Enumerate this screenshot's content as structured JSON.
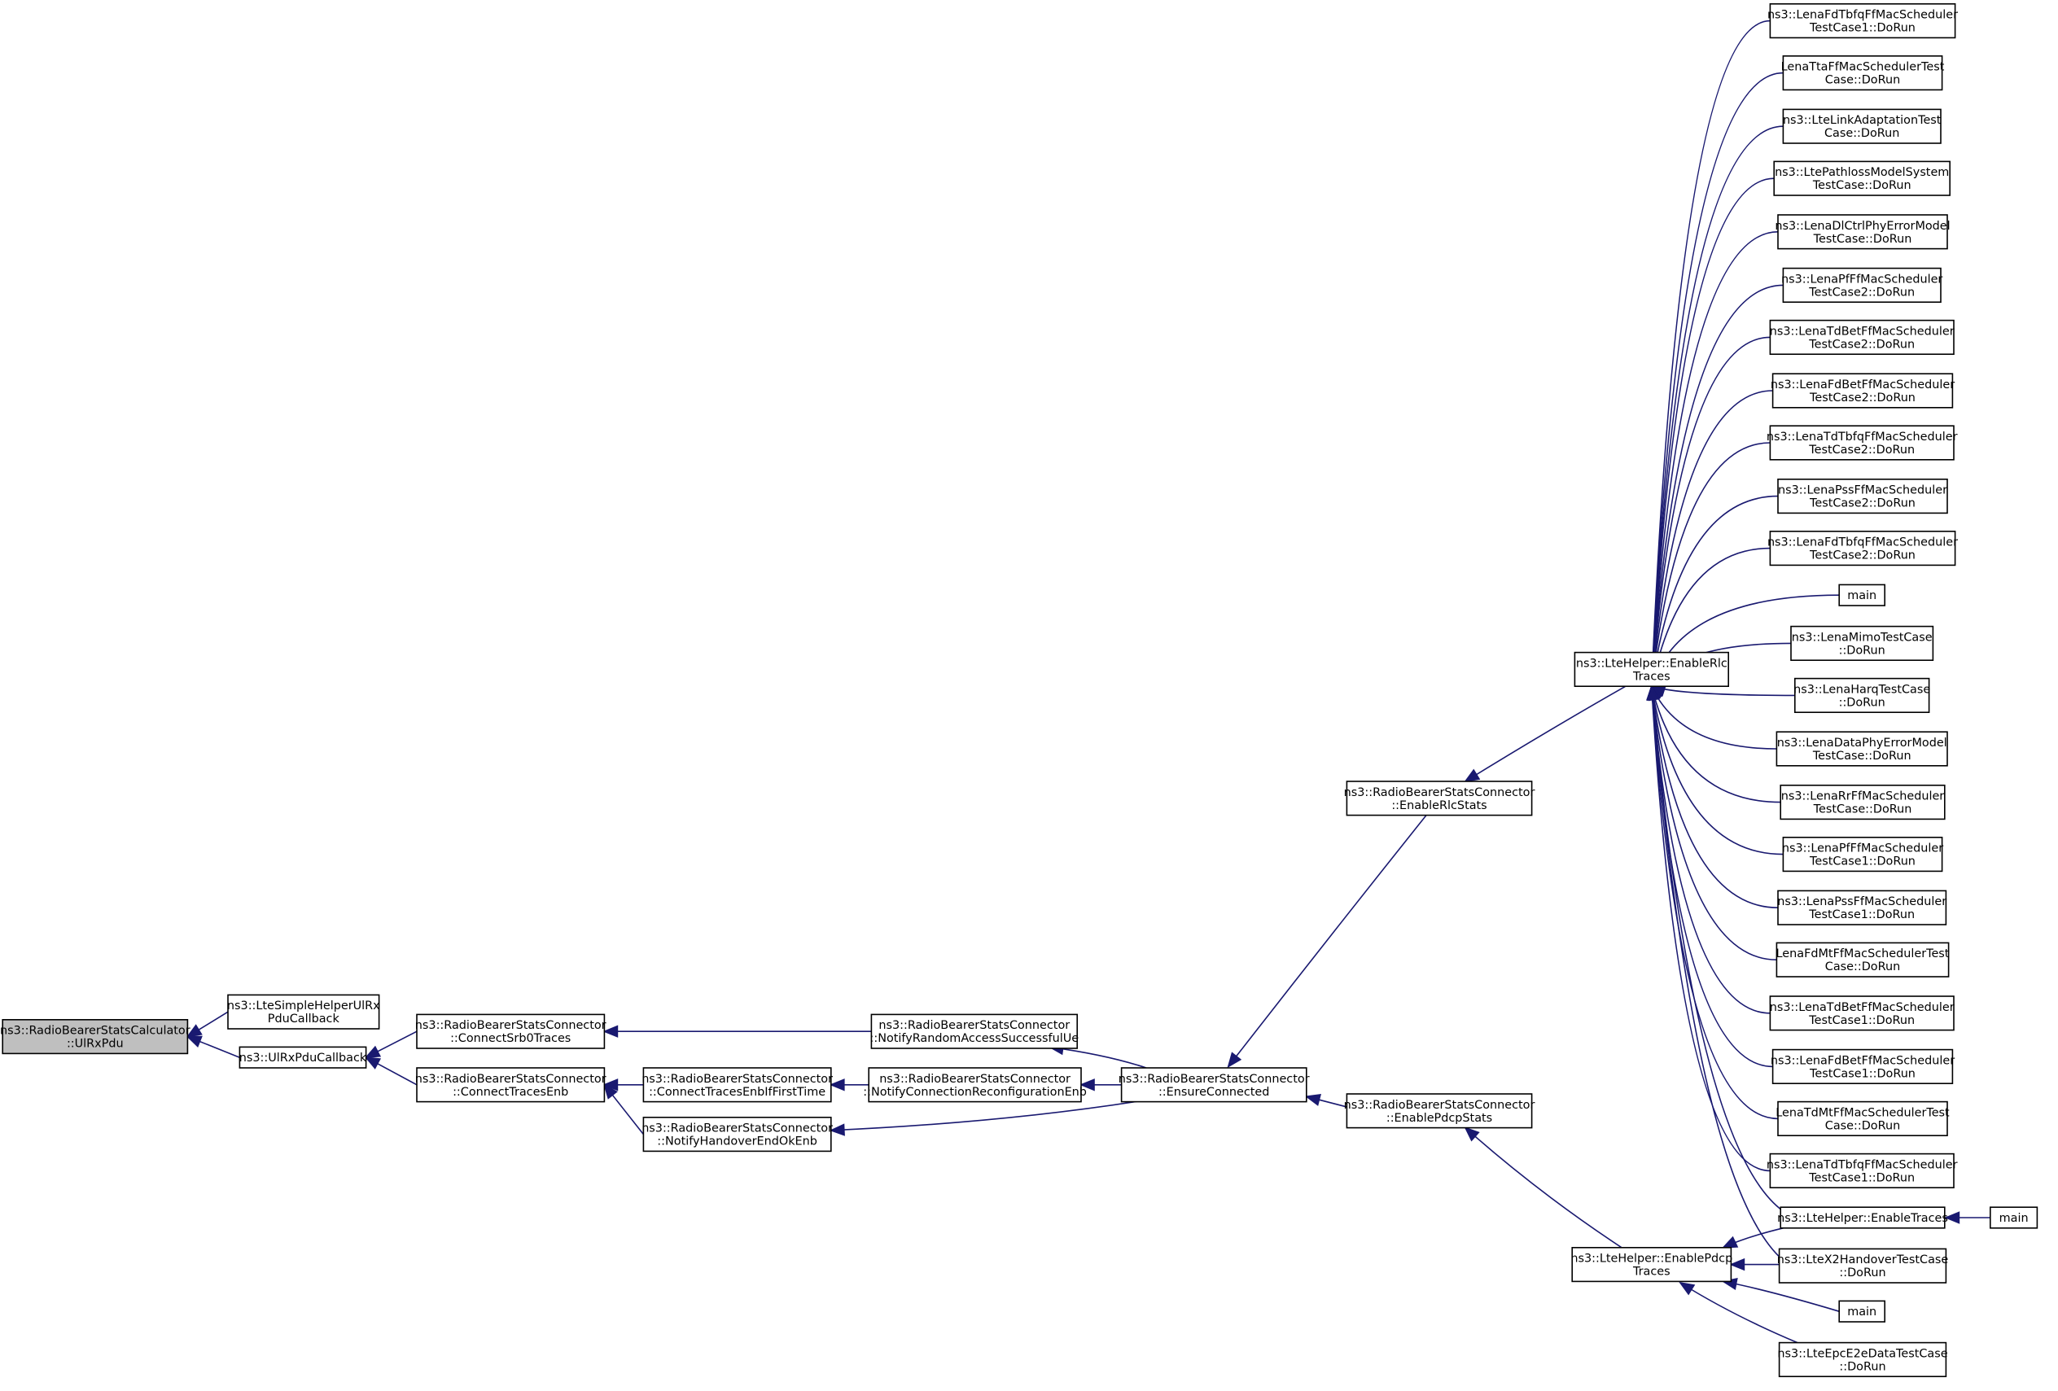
{
  "graph": {
    "type": "caller-graph",
    "root": "ns3::RadioBearerStatsCalculator::UlRxPdu",
    "colors": {
      "edge": "#191970",
      "root_fill": "#bfbfbf",
      "node_fill": "#ffffff",
      "border": "#000000"
    },
    "nodes": [
      {
        "id": "n0",
        "lines": [
          "ns3::RadioBearerStatsCalculator",
          "::UlRxPdu"
        ],
        "root": true
      },
      {
        "id": "n1",
        "lines": [
          "ns3::LteSimpleHelperUlRx",
          "PduCallback"
        ]
      },
      {
        "id": "n2",
        "lines": [
          "ns3::UlRxPduCallback"
        ]
      },
      {
        "id": "n3",
        "lines": [
          "ns3::RadioBearerStatsConnector",
          "::ConnectSrb0Traces"
        ]
      },
      {
        "id": "n4",
        "lines": [
          "ns3::RadioBearerStatsConnector",
          "::ConnectTracesEnb"
        ]
      },
      {
        "id": "n5",
        "lines": [
          "ns3::RadioBearerStatsConnector",
          "::NotifyRandomAccessSuccessfulUe"
        ]
      },
      {
        "id": "n6",
        "lines": [
          "ns3::RadioBearerStatsConnector",
          "::ConnectTracesEnbIfFirstTime"
        ]
      },
      {
        "id": "n7",
        "lines": [
          "ns3::RadioBearerStatsConnector",
          "::NotifyHandoverEndOkEnb"
        ]
      },
      {
        "id": "n8",
        "lines": [
          "ns3::RadioBearerStatsConnector",
          "::NotifyConnectionReconfigurationEnb"
        ]
      },
      {
        "id": "n9",
        "lines": [
          "ns3::RadioBearerStatsConnector",
          "::EnsureConnected"
        ]
      },
      {
        "id": "n10",
        "lines": [
          "ns3::RadioBearerStatsConnector",
          "::EnableRlcStats"
        ]
      },
      {
        "id": "n11",
        "lines": [
          "ns3::RadioBearerStatsConnector",
          "::EnablePdcpStats"
        ]
      },
      {
        "id": "n12",
        "lines": [
          "ns3::LteHelper::EnableRlc",
          "Traces"
        ]
      },
      {
        "id": "n13",
        "lines": [
          "ns3::LteHelper::EnablePdcp",
          "Traces"
        ]
      },
      {
        "id": "r0",
        "lines": [
          "ns3::LenaFdTbfqFfMacScheduler",
          "TestCase1::DoRun"
        ]
      },
      {
        "id": "r1",
        "lines": [
          "LenaTtaFfMacSchedulerTest",
          "Case::DoRun"
        ]
      },
      {
        "id": "r2",
        "lines": [
          "ns3::LteLinkAdaptationTest",
          "Case::DoRun"
        ]
      },
      {
        "id": "r3",
        "lines": [
          "ns3::LtePathlossModelSystem",
          "TestCase::DoRun"
        ]
      },
      {
        "id": "r4",
        "lines": [
          "ns3::LenaDlCtrlPhyErrorModel",
          "TestCase::DoRun"
        ]
      },
      {
        "id": "r5",
        "lines": [
          "ns3::LenaPfFfMacScheduler",
          "TestCase2::DoRun"
        ]
      },
      {
        "id": "r6",
        "lines": [
          "ns3::LenaTdBetFfMacScheduler",
          "TestCase2::DoRun"
        ]
      },
      {
        "id": "r7",
        "lines": [
          "ns3::LenaFdBetFfMacScheduler",
          "TestCase2::DoRun"
        ]
      },
      {
        "id": "r8",
        "lines": [
          "ns3::LenaTdTbfqFfMacScheduler",
          "TestCase2::DoRun"
        ]
      },
      {
        "id": "r9",
        "lines": [
          "ns3::LenaPssFfMacScheduler",
          "TestCase2::DoRun"
        ]
      },
      {
        "id": "r10",
        "lines": [
          "ns3::LenaFdTbfqFfMacScheduler",
          "TestCase2::DoRun"
        ]
      },
      {
        "id": "r11",
        "lines": [
          "main"
        ]
      },
      {
        "id": "r12",
        "lines": [
          "ns3::LenaMimoTestCase",
          "::DoRun"
        ]
      },
      {
        "id": "r13",
        "lines": [
          "ns3::LenaHarqTestCase",
          "::DoRun"
        ]
      },
      {
        "id": "r14",
        "lines": [
          "ns3::LenaDataPhyErrorModel",
          "TestCase::DoRun"
        ]
      },
      {
        "id": "r15",
        "lines": [
          "ns3::LenaRrFfMacScheduler",
          "TestCase::DoRun"
        ]
      },
      {
        "id": "r16",
        "lines": [
          "ns3::LenaPfFfMacScheduler",
          "TestCase1::DoRun"
        ]
      },
      {
        "id": "r17",
        "lines": [
          "ns3::LenaPssFfMacScheduler",
          "TestCase1::DoRun"
        ]
      },
      {
        "id": "r18",
        "lines": [
          "LenaFdMtFfMacSchedulerTest",
          "Case::DoRun"
        ]
      },
      {
        "id": "r19",
        "lines": [
          "ns3::LenaTdBetFfMacScheduler",
          "TestCase1::DoRun"
        ]
      },
      {
        "id": "r20",
        "lines": [
          "ns3::LenaFdBetFfMacScheduler",
          "TestCase1::DoRun"
        ]
      },
      {
        "id": "r21",
        "lines": [
          "LenaTdMtFfMacSchedulerTest",
          "Case::DoRun"
        ]
      },
      {
        "id": "r22",
        "lines": [
          "ns3::LenaTdTbfqFfMacScheduler",
          "TestCase1::DoRun"
        ]
      },
      {
        "id": "r23",
        "lines": [
          "ns3::LteHelper::EnableTraces"
        ]
      },
      {
        "id": "r24",
        "lines": [
          "ns3::LteX2HandoverTestCase",
          "::DoRun"
        ]
      },
      {
        "id": "r25",
        "lines": [
          "main"
        ]
      },
      {
        "id": "r26",
        "lines": [
          "ns3::LteEpcE2eDataTestCase",
          "::DoRun"
        ]
      },
      {
        "id": "m0",
        "lines": [
          "main"
        ]
      }
    ],
    "edges": [
      {
        "from": "n1",
        "to": "n0"
      },
      {
        "from": "n2",
        "to": "n0"
      },
      {
        "from": "n3",
        "to": "n2"
      },
      {
        "from": "n4",
        "to": "n2"
      },
      {
        "from": "n5",
        "to": "n3"
      },
      {
        "from": "n6",
        "to": "n4"
      },
      {
        "from": "n7",
        "to": "n4"
      },
      {
        "from": "n8",
        "to": "n6"
      },
      {
        "from": "n9",
        "to": "n5"
      },
      {
        "from": "n9",
        "to": "n8"
      },
      {
        "from": "n9",
        "to": "n7"
      },
      {
        "from": "n10",
        "to": "n9"
      },
      {
        "from": "n11",
        "to": "n9"
      },
      {
        "from": "n12",
        "to": "n10"
      },
      {
        "from": "n13",
        "to": "n11"
      },
      {
        "from": "r0",
        "to": "n12"
      },
      {
        "from": "r1",
        "to": "n12"
      },
      {
        "from": "r2",
        "to": "n12"
      },
      {
        "from": "r3",
        "to": "n12"
      },
      {
        "from": "r4",
        "to": "n12"
      },
      {
        "from": "r5",
        "to": "n12"
      },
      {
        "from": "r6",
        "to": "n12"
      },
      {
        "from": "r7",
        "to": "n12"
      },
      {
        "from": "r8",
        "to": "n12"
      },
      {
        "from": "r9",
        "to": "n12"
      },
      {
        "from": "r10",
        "to": "n12"
      },
      {
        "from": "r11",
        "to": "n12"
      },
      {
        "from": "r12",
        "to": "n12"
      },
      {
        "from": "r13",
        "to": "n12"
      },
      {
        "from": "r14",
        "to": "n12"
      },
      {
        "from": "r15",
        "to": "n12"
      },
      {
        "from": "r16",
        "to": "n12"
      },
      {
        "from": "r17",
        "to": "n12"
      },
      {
        "from": "r18",
        "to": "n12"
      },
      {
        "from": "r19",
        "to": "n12"
      },
      {
        "from": "r20",
        "to": "n12"
      },
      {
        "from": "r21",
        "to": "n12"
      },
      {
        "from": "r22",
        "to": "n12"
      },
      {
        "from": "r23",
        "to": "n12"
      },
      {
        "from": "r24",
        "to": "n12"
      },
      {
        "from": "r23",
        "to": "n13"
      },
      {
        "from": "r24",
        "to": "n13"
      },
      {
        "from": "r25",
        "to": "n13"
      },
      {
        "from": "r26",
        "to": "n13"
      },
      {
        "from": "m0",
        "to": "r23"
      }
    ]
  }
}
